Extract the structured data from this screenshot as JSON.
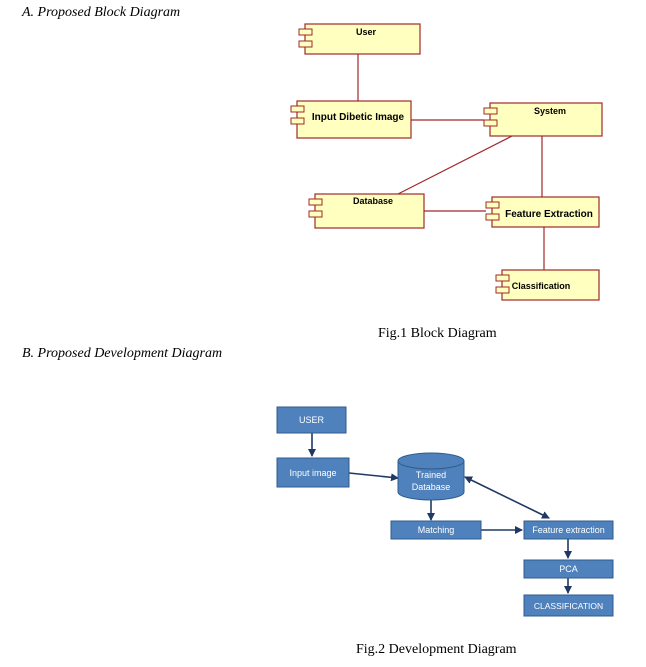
{
  "sections": {
    "a_heading": "A.  Proposed Block Diagram",
    "b_heading": "B.  Proposed Development Diagram"
  },
  "fig1": {
    "caption": "Fig.1 Block Diagram",
    "components": {
      "user": "User",
      "input": "Input Dibetic Image",
      "system": "System",
      "database": "Database",
      "feature": "Feature Extraction",
      "classification": "Classification"
    },
    "colors": {
      "fill": "#ffffc0",
      "stroke": "#a0282a",
      "line": "#a0282a"
    }
  },
  "fig2": {
    "caption": "Fig.2 Development Diagram",
    "boxes": {
      "user": "USER",
      "input": "Input image",
      "trained1": "Trained",
      "trained2": "Database",
      "matching": "Matching",
      "feature": "Feature extraction",
      "pca": "PCA",
      "classification": "CLASSIFICATION"
    },
    "colors": {
      "fill": "#4f81bd",
      "stroke": "#2f5c8a",
      "arrow": "#1f3864",
      "text": "#ffffff"
    }
  }
}
